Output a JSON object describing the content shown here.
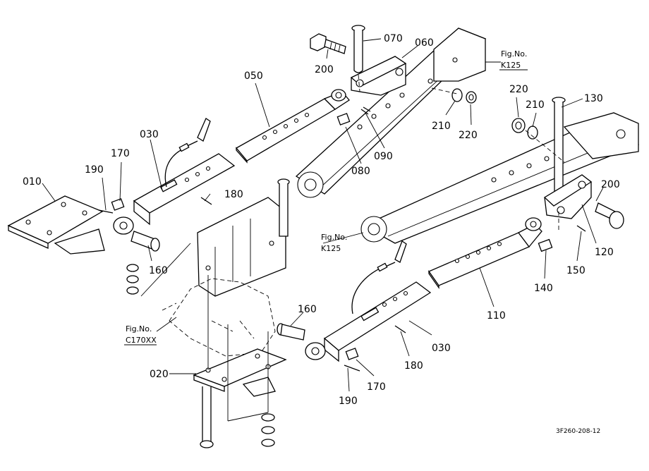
{
  "labels": {
    "p010": "010",
    "p020": "020",
    "p030a": "030",
    "p030b": "030",
    "p050": "050",
    "p060": "060",
    "p070": "070",
    "p080": "080",
    "p090": "090",
    "p110": "110",
    "p120": "120",
    "p130": "130",
    "p140": "140",
    "p150": "150",
    "p160a": "160",
    "p160b": "160",
    "p170a": "170",
    "p170b": "170",
    "p180a": "180",
    "p180b": "180",
    "p190a": "190",
    "p190b": "190",
    "p200a": "200",
    "p200b": "200",
    "p210a": "210",
    "p210b": "210",
    "p220a": "220",
    "p220b": "220"
  },
  "figrefs": {
    "k125a_title": "Fig.No.",
    "k125a_code": "K125",
    "k125b_title": "Fig.No.",
    "k125b_code": "K125",
    "c170_title": "Fig.No.",
    "c170_code": "C170XX"
  },
  "drawing_code": "3F260-208-12"
}
